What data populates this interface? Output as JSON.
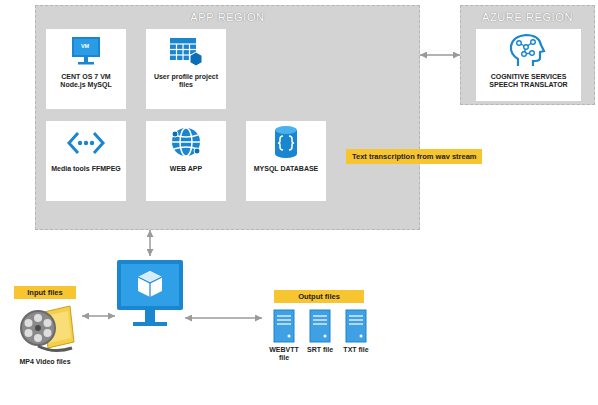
{
  "diagram": {
    "nodes": [
      {
        "text": [
          "APP REGION"
        ]
      },
      {
        "text": [
          "CENT OS 7 VM Node.js MySQL"
        ],
        "in": 0
      },
      {
        "text": [
          "User profile project files"
        ],
        "in": 0
      },
      {
        "text": [
          "Media tools FFMPEG"
        ],
        "in": 0
      },
      {
        "text": [
          "WEB APP"
        ],
        "in": 0
      },
      {
        "text": [
          "MYSQL DATABASE"
        ],
        "in": 0
      },
      {
        "text": [
          "AZURE REGION"
        ]
      },
      {
        "text": [
          "COGNITIVE SERVICES SPEECH TRANSLATOR"
        ],
        "in": 6
      },
      {
        "text": []
      },
      {
        "text": [
          "Input files",
          "MP4 Video files"
        ]
      },
      {
        "text": [
          "Output files"
        ]
      },
      {
        "text": [
          "WEBVTT file"
        ],
        "in": 10
      },
      {
        "text": [
          "SRT file"
        ],
        "in": 10
      },
      {
        "text": [
          "TXT file"
        ],
        "in": 10
      }
    ],
    "edges": [
      {
        "from": 0,
        "to": 6,
        "arrow": "both"
      },
      {
        "from": 0,
        "to": 8,
        "arrow": "both"
      },
      {
        "from": 9,
        "to": 8,
        "arrow": "both"
      },
      {
        "from": 8,
        "to": 10,
        "arrow": "both"
      }
    ],
    "labels": [
      "Text transcription from wav stream",
      "VM"
    ]
  }
}
